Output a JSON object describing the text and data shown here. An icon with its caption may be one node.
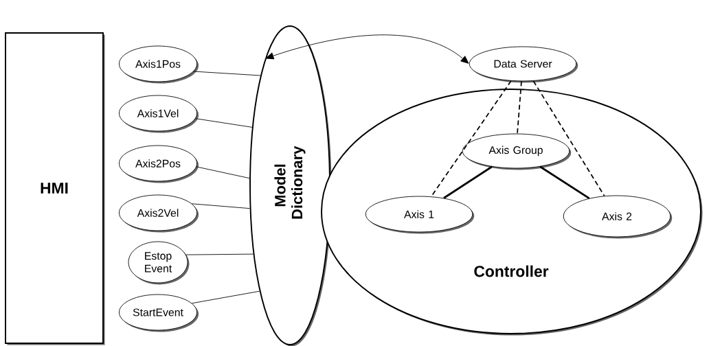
{
  "diagram": {
    "nodes": [
      {
        "text": [
          "HMI"
        ]
      },
      {
        "text": [
          "Model Dictionary"
        ]
      },
      {
        "text": [
          "Axis1Pos"
        ]
      },
      {
        "text": [
          "Axis1Vel"
        ]
      },
      {
        "text": [
          "Axis2Pos"
        ]
      },
      {
        "text": [
          "Axis2Vel"
        ]
      },
      {
        "text": [
          "Estop Event"
        ]
      },
      {
        "text": [
          "StartEvent"
        ]
      },
      {
        "text": [
          "Controller"
        ]
      },
      {
        "text": [
          "Data Server"
        ]
      },
      {
        "text": [
          "Axis Group"
        ],
        "in": 8
      },
      {
        "text": [
          "Axis 1"
        ],
        "in": 8
      },
      {
        "text": [
          "Axis 2"
        ],
        "in": 8
      }
    ],
    "edges": [
      {
        "from": 2,
        "to": 1,
        "arrow": "none"
      },
      {
        "from": 3,
        "to": 1,
        "arrow": "none"
      },
      {
        "from": 4,
        "to": 1,
        "arrow": "none"
      },
      {
        "from": 5,
        "to": 1,
        "arrow": "none"
      },
      {
        "from": 6,
        "to": 1,
        "arrow": "none"
      },
      {
        "from": 7,
        "to": 1,
        "arrow": "none"
      },
      {
        "from": 1,
        "to": 9,
        "arrow": "both"
      },
      {
        "from": 9,
        "to": 11,
        "arrow": "none",
        "style": "dashed"
      },
      {
        "from": 9,
        "to": 10,
        "arrow": "none",
        "style": "dashed"
      },
      {
        "from": 9,
        "to": 12,
        "arrow": "none",
        "style": "dashed"
      },
      {
        "from": 10,
        "to": 11,
        "arrow": "none",
        "style": "thick"
      },
      {
        "from": 10,
        "to": 12,
        "arrow": "none",
        "style": "thick"
      }
    ]
  }
}
